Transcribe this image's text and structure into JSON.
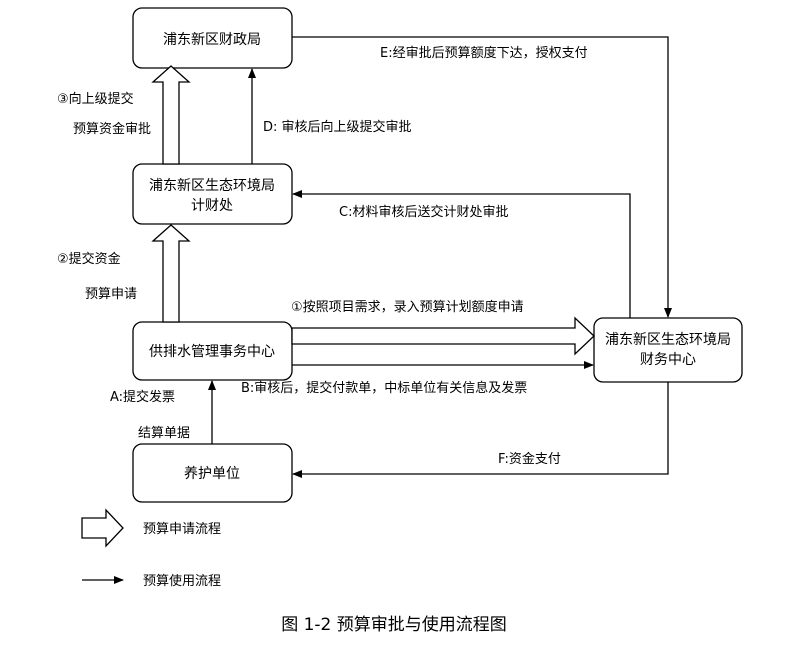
{
  "nodes": {
    "pudong_finance": "浦东新区财政局",
    "env_finance_dept_line1": "浦东新区生态环境局",
    "env_finance_dept_line2": "计财处",
    "drainage_center": "供排水管理事务中心",
    "env_finance_center_line1": "浦东新区生态环境局",
    "env_finance_center_line2": "财务中心",
    "maintenance_unit": "养护单位"
  },
  "edge_labels": {
    "step3_line1": "③向上级提交",
    "step3_line2": "预算资金审批",
    "step2_line1": "②提交资金",
    "step2_line2": "预算申请",
    "step1": "①按照项目需求，录入预算计划额度申请",
    "a_line1": "A:提交发票",
    "a_line2": "结算单据",
    "b": "B:审核后，提交付款单，中标单位有关信息及发票",
    "c": "C:材料审核后送交计财处审批",
    "d": "D:  审核后向上级提交审批",
    "e": "E:经审批后预算额度下达，授权支付",
    "f": "F:资金支付"
  },
  "legend": {
    "hollow_arrow": "预算申请流程",
    "solid_arrow": "预算使用流程"
  },
  "caption": "图 1-2  预算审批与使用流程图"
}
